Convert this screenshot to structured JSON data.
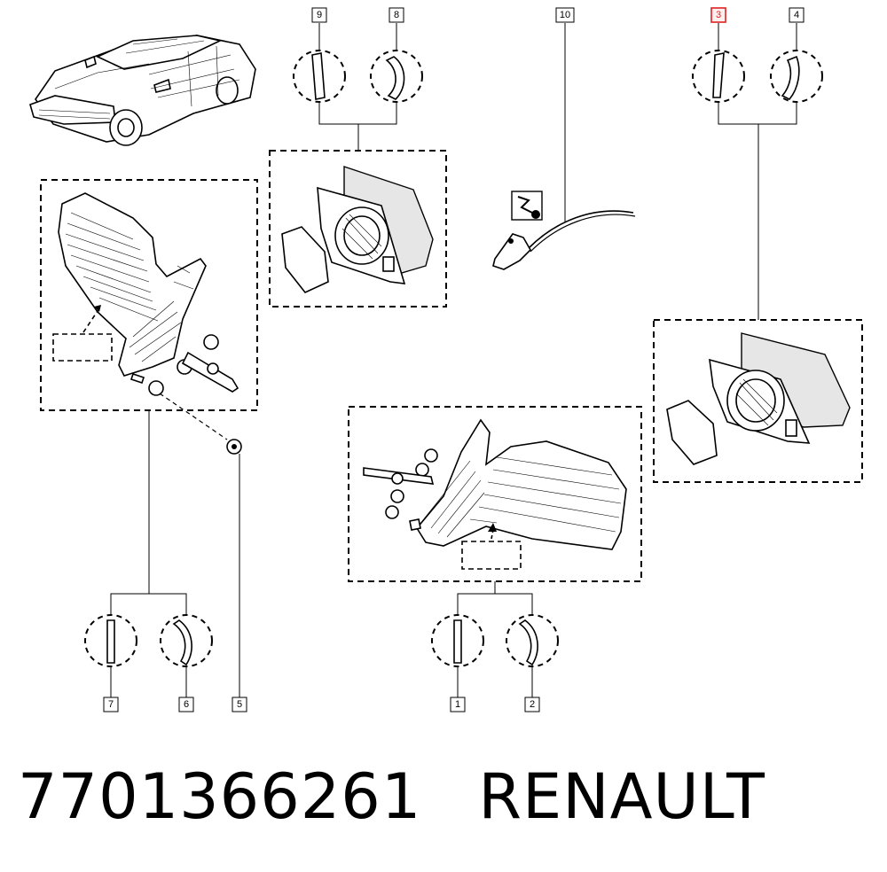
{
  "caption": {
    "part_number": "7701366261",
    "brand": "RENAULT"
  },
  "callouts": {
    "c1": "1",
    "c2": "2",
    "c3": "3",
    "c4": "4",
    "c5": "5",
    "c6": "6",
    "c7": "7",
    "c8": "8",
    "c9": "9",
    "c10": "10"
  },
  "highlighted_callout": "3",
  "colors": {
    "highlight": "#e02020",
    "line": "#000000",
    "background": "#ffffff"
  }
}
